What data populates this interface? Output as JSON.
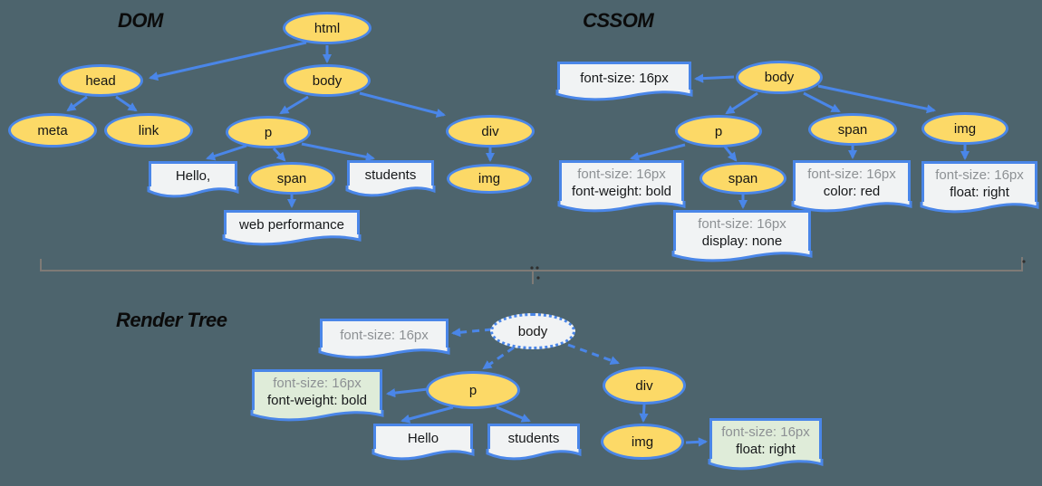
{
  "dom": {
    "title": "DOM",
    "nodes": {
      "html": "html",
      "head": "head",
      "body": "body",
      "meta": "meta",
      "link": "link",
      "p": "p",
      "div": "div",
      "span": "span",
      "img": "img"
    },
    "text_nodes": {
      "hello": "Hello,",
      "students": "students",
      "web_performance": "web performance"
    }
  },
  "cssom": {
    "title": "CSSOM",
    "nodes": {
      "body": "body",
      "p": "p",
      "span_body": "span",
      "img": "img",
      "span_p": "span"
    },
    "rules": {
      "body": {
        "l1": "font-size: 16px"
      },
      "p": {
        "l1": "font-size: 16px",
        "l2": "font-weight: bold"
      },
      "span_p": {
        "l1": "font-size: 16px",
        "l2": "display: none"
      },
      "span_body": {
        "l1": "font-size: 16px",
        "l2": "color: red"
      },
      "img": {
        "l1": "font-size: 16px",
        "l2": "float: right"
      }
    }
  },
  "render_tree": {
    "title": "Render Tree",
    "nodes": {
      "body": "body",
      "p": "p",
      "div": "div",
      "img": "img"
    },
    "text_nodes": {
      "hello": "Hello",
      "students": "students"
    },
    "rules": {
      "body": {
        "l1": "font-size: 16px"
      },
      "p": {
        "l1": "font-size: 16px",
        "l2": "font-weight: bold"
      },
      "img": {
        "l1": "font-size: 16px",
        "l2": "float: right"
      }
    }
  },
  "colors": {
    "background": "#4d646d",
    "node_fill": "#fcd967",
    "node_border": "#4a86e8",
    "arrow": "#4a86e8",
    "box_fill": "#f1f3f4",
    "box_green_fill": "#dfecd9",
    "muted_text": "#8d9194",
    "divider": "#7e7a76"
  }
}
